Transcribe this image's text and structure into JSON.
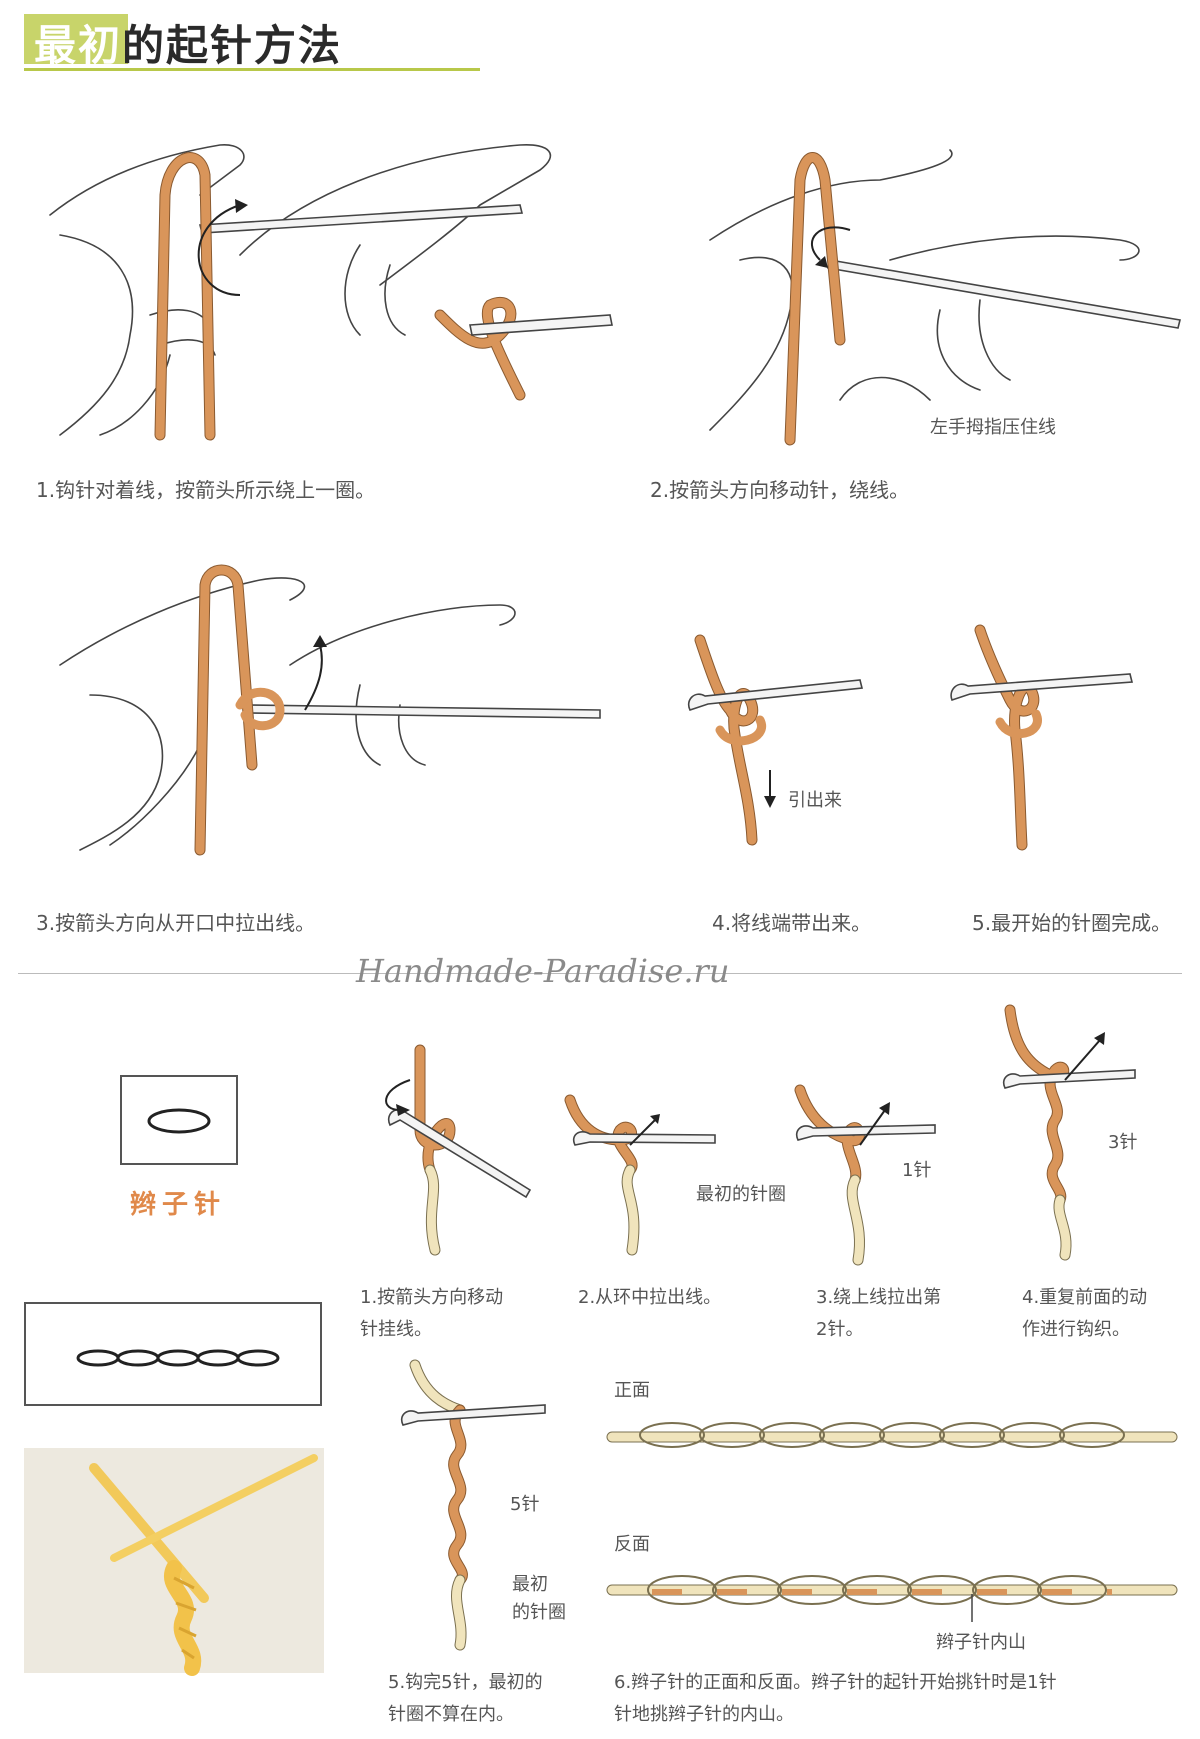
{
  "title": {
    "lead": "最初",
    "rest": "的起针方法"
  },
  "part1": {
    "step1_caption": "1.钩针对着线，按箭头所示绕上一圈。",
    "step2_caption": "2.按箭头方向移动针，绕线。",
    "step2_note": "左手拇指压住线",
    "step3_caption": "3.按箭头方向从开口中拉出线。",
    "step4_caption": "4.将线端带出来。",
    "step4_note": "引出来",
    "step5_caption": "5.最开始的针圈完成。"
  },
  "watermark": "Handmade-Paradise.ru",
  "part2": {
    "symbol_label": "辫子针",
    "step1_caption_l1": "1.按箭头方向移动",
    "step1_caption_l2": "针挂线。",
    "step2_caption": "2.从环中拉出线。",
    "step2_note": "最初的针圈",
    "step3_caption_l1": "3.绕上线拉出第",
    "step3_caption_l2": "2针。",
    "step3_note": "1针",
    "step4_caption_l1": "4.重复前面的动",
    "step4_caption_l2": "作进行钩织。",
    "step4_note": "3针",
    "step5_note_count": "5针",
    "step5_note_first_l1": "最初",
    "step5_note_first_l2": "的针圈",
    "step5_caption_l1": "5.钩完5针，最初的",
    "step5_caption_l2": "针圈不算在内。",
    "front_label": "正面",
    "back_label": "反面",
    "inner_ridge_label": "辫子针内山",
    "step6_caption_l1": "6.辫子针的正面和反面。辫子针的起针开始挑针时是1针",
    "step6_caption_l2": "针地挑辫子针的内山。"
  },
  "colors": {
    "accent": "#c8d46a",
    "yarn": "#d9955a",
    "label_orange": "#e0894a",
    "cream_yarn": "#f0e4bc"
  }
}
